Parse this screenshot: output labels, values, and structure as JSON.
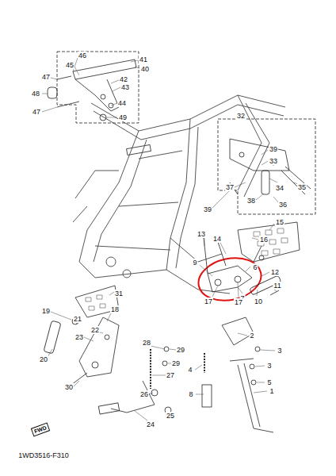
{
  "diagram": {
    "nodes": [
      {
        "text": [
          "FWD"
        ]
      }
    ],
    "labels": [
      "46",
      "45",
      "41",
      "40",
      "47",
      "42",
      "43",
      "48",
      "44",
      "47",
      "49",
      "32",
      "39",
      "33",
      "37",
      "34",
      "35",
      "38",
      "36",
      "39",
      "15",
      "13",
      "14",
      "16",
      "9",
      "6",
      "12",
      "7",
      "17",
      "17",
      "10",
      "11",
      "31",
      "2",
      "3",
      "19",
      "18",
      "21",
      "22",
      "23",
      "3",
      "5",
      "4",
      "20",
      "28",
      "29",
      "29",
      "27",
      "30",
      "26",
      "1",
      "8",
      "25",
      "24",
      "1WD3516-F310"
    ]
  }
}
